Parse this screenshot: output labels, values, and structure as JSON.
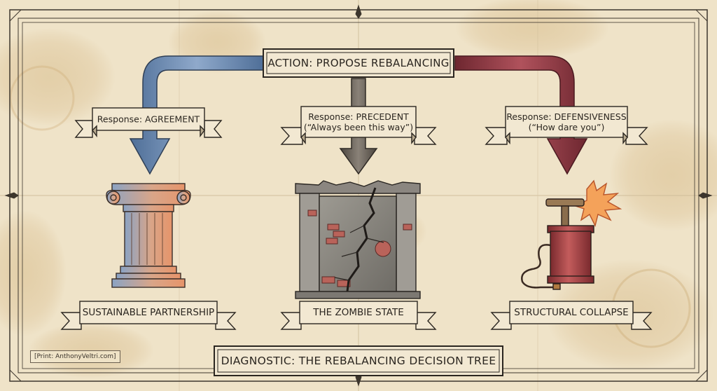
{
  "action": {
    "label": "ACTION: PROPOSE REBALANCING"
  },
  "responses": [
    {
      "line1": "Response: AGREEMENT",
      "line2": ""
    },
    {
      "line1": "Response: PRECEDENT",
      "line2": "(“Always been this way”)"
    },
    {
      "line1": "Response: DEFENSIVENESS",
      "line2": "(“How dare you”)"
    }
  ],
  "outcomes": [
    {
      "label": "SUSTAINABLE PARTNERSHIP",
      "icon": "ionic-column-icon"
    },
    {
      "label": "THE ZOMBIE STATE",
      "icon": "cracked-brick-wall-icon"
    },
    {
      "label": "STRUCTURAL COLLAPSE",
      "icon": "tnt-plunger-detonator-icon"
    }
  ],
  "title": "DIAGNOSTIC: THE REBALANCING DECISION TREE",
  "credit": "[Print: AnthonyVeltri.com]",
  "colors": {
    "paper": "#efe3c8",
    "ink": "#2b2620",
    "blue_arrow": "#6f8fb6",
    "gray_arrow": "#6c655d",
    "red_arrow": "#8e3a44",
    "column_blue": "#8aa3c4",
    "column_peach": "#e2a27e",
    "detonator_red": "#9c3a3a"
  }
}
